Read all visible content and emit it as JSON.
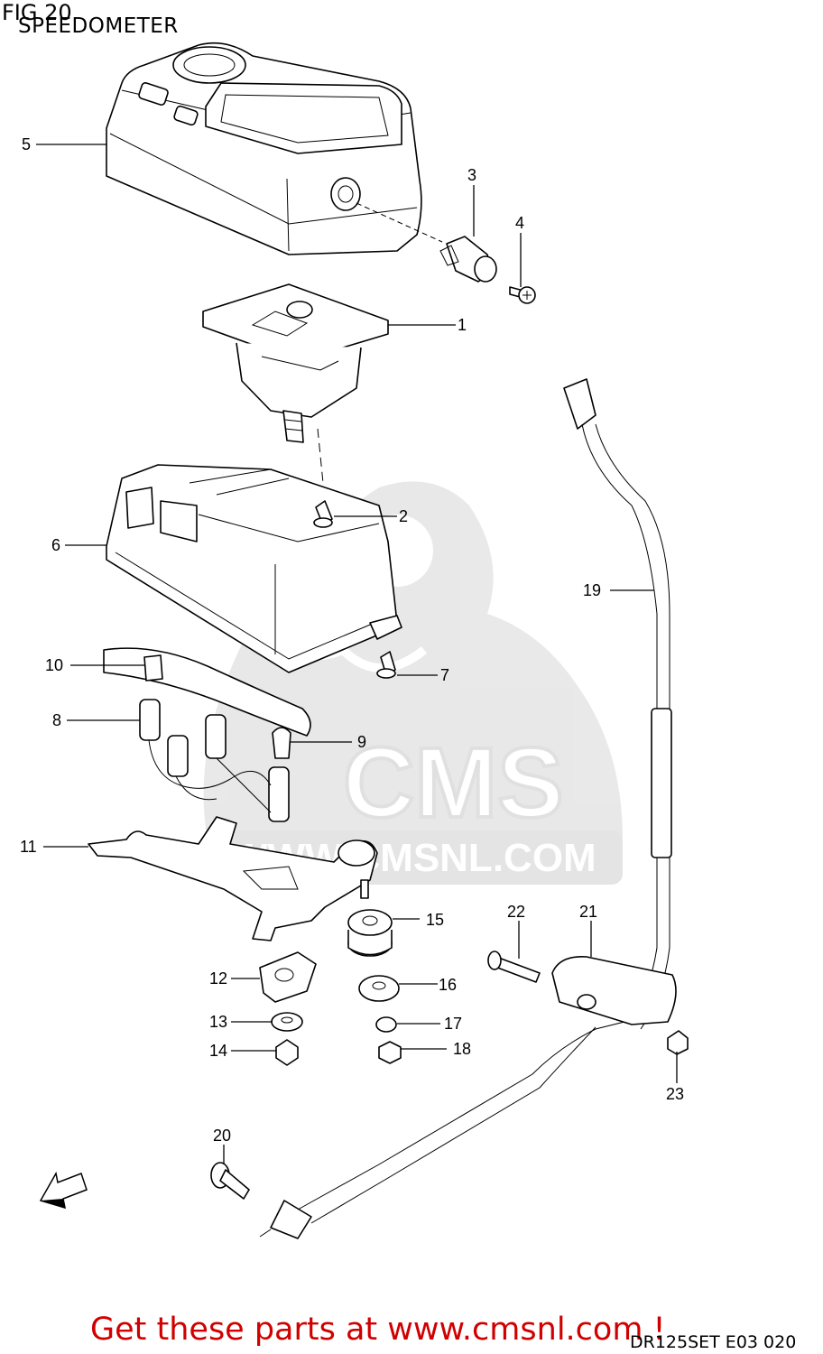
{
  "header": {
    "figure": "FIG 20",
    "section": "SPEEDOMETER"
  },
  "footer": {
    "promo": "Get these parts at www.cmsnl.com !",
    "catalog_code": "DR125SET E03  020"
  },
  "watermark": {
    "text_lower": "WWW.CMSNL.COM",
    "text_big": "CMS"
  },
  "callouts": [
    "1",
    "2",
    "3",
    "4",
    "5",
    "6",
    "7",
    "8",
    "9",
    "10",
    "11",
    "12",
    "13",
    "14",
    "15",
    "16",
    "17",
    "18",
    "19",
    "20",
    "21",
    "22",
    "23"
  ],
  "orientation_icon": "fwd-arrow-icon",
  "colors": {
    "promo": "#d00000",
    "line": "#000000",
    "watermark": "#cfcfcf"
  }
}
